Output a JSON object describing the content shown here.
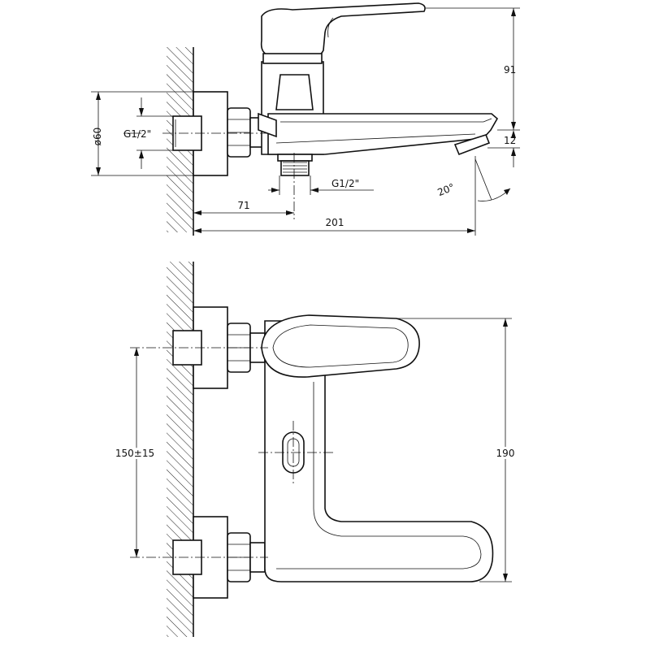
{
  "drawing": {
    "side_view": {
      "dim_height_top": "91",
      "dim_spout_drop": "12",
      "dim_diameter": "ø60",
      "dim_inlet_thread": "G1/2\"",
      "dim_outlet_thread": "G1/2\"",
      "dim_outlet_offset": "71",
      "dim_total_length": "201",
      "dim_swivel_angle": "20°"
    },
    "top_view": {
      "dim_center_distance": "150±15",
      "dim_spout_reach": "190"
    }
  }
}
